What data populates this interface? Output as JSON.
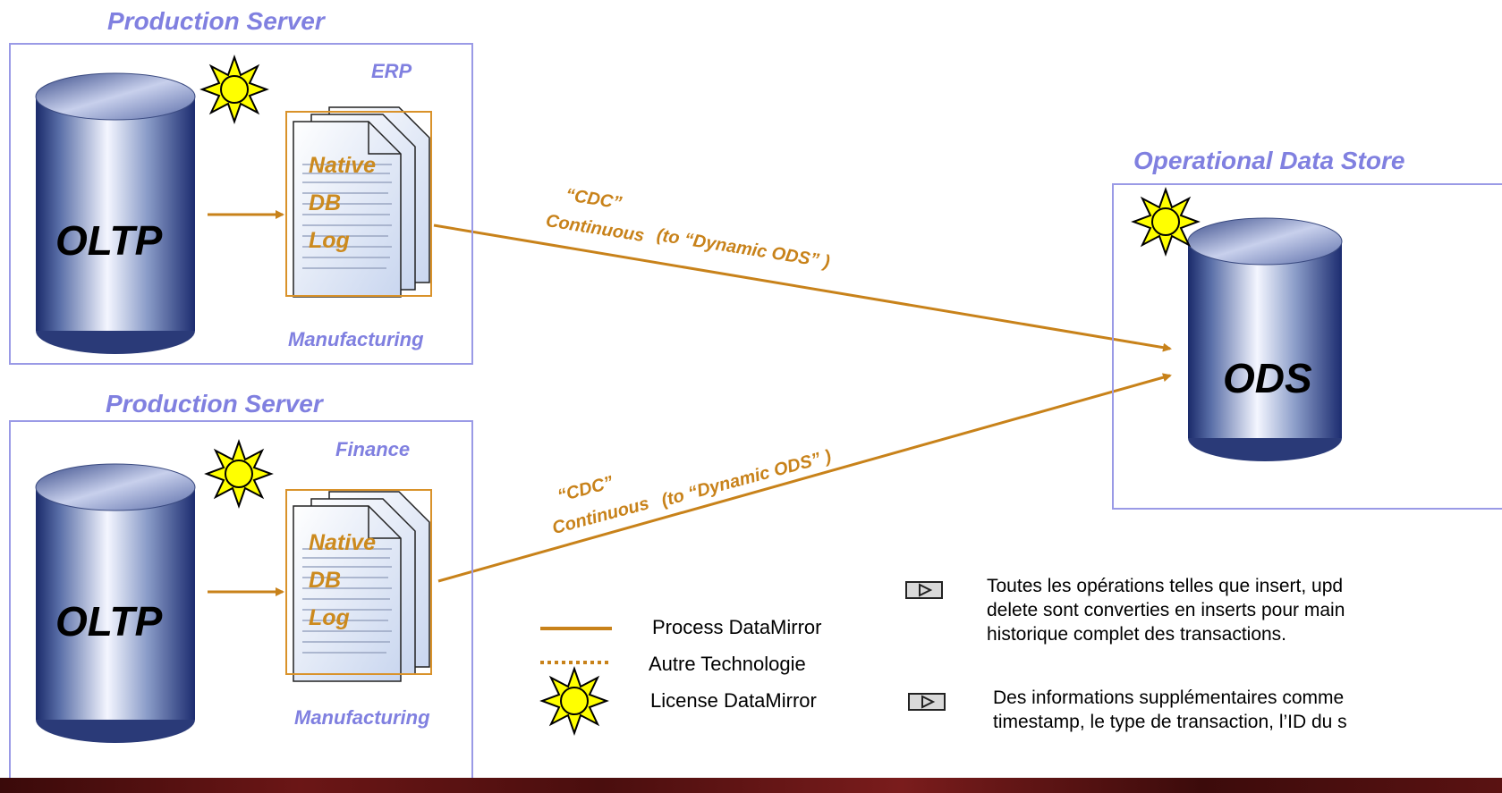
{
  "server1": {
    "title": "Production Server",
    "erp_label": "ERP",
    "db_label": "OLTP",
    "doc_lines": [
      "Native",
      "DB",
      "Log"
    ],
    "footer_label": "Manufacturing"
  },
  "server2": {
    "title": "Production Server",
    "finance_label": "Finance",
    "db_label": "OLTP",
    "doc_lines": [
      "Native",
      "DB",
      "Log"
    ],
    "footer_label": "Manufacturing"
  },
  "ods": {
    "title": "Operational Data Store",
    "db_label": "ODS"
  },
  "flow1": {
    "cdc": "“CDC”",
    "continuous": "Continuous",
    "target": "(to “Dynamic ODS” )"
  },
  "flow2": {
    "cdc": "“CDC”",
    "continuous": "Continuous",
    "target": "(to “Dynamic ODS” )"
  },
  "legend": {
    "process": "Process DataMirror",
    "autre": "Autre Technologie",
    "license": "License DataMirror"
  },
  "notes": [
    {
      "line1": "Toutes les opérations telles que insert, upd",
      "line2": "delete sont converties en inserts pour main",
      "line3": "historique complet des transactions."
    },
    {
      "line1": "Des informations supplémentaires comme",
      "line2": "timestamp, le type de transaction, l’ID du s"
    }
  ],
  "colors": {
    "flow": "#c8821a",
    "box_border": "#9a9ae6",
    "sun_fill": "#ffff00"
  }
}
